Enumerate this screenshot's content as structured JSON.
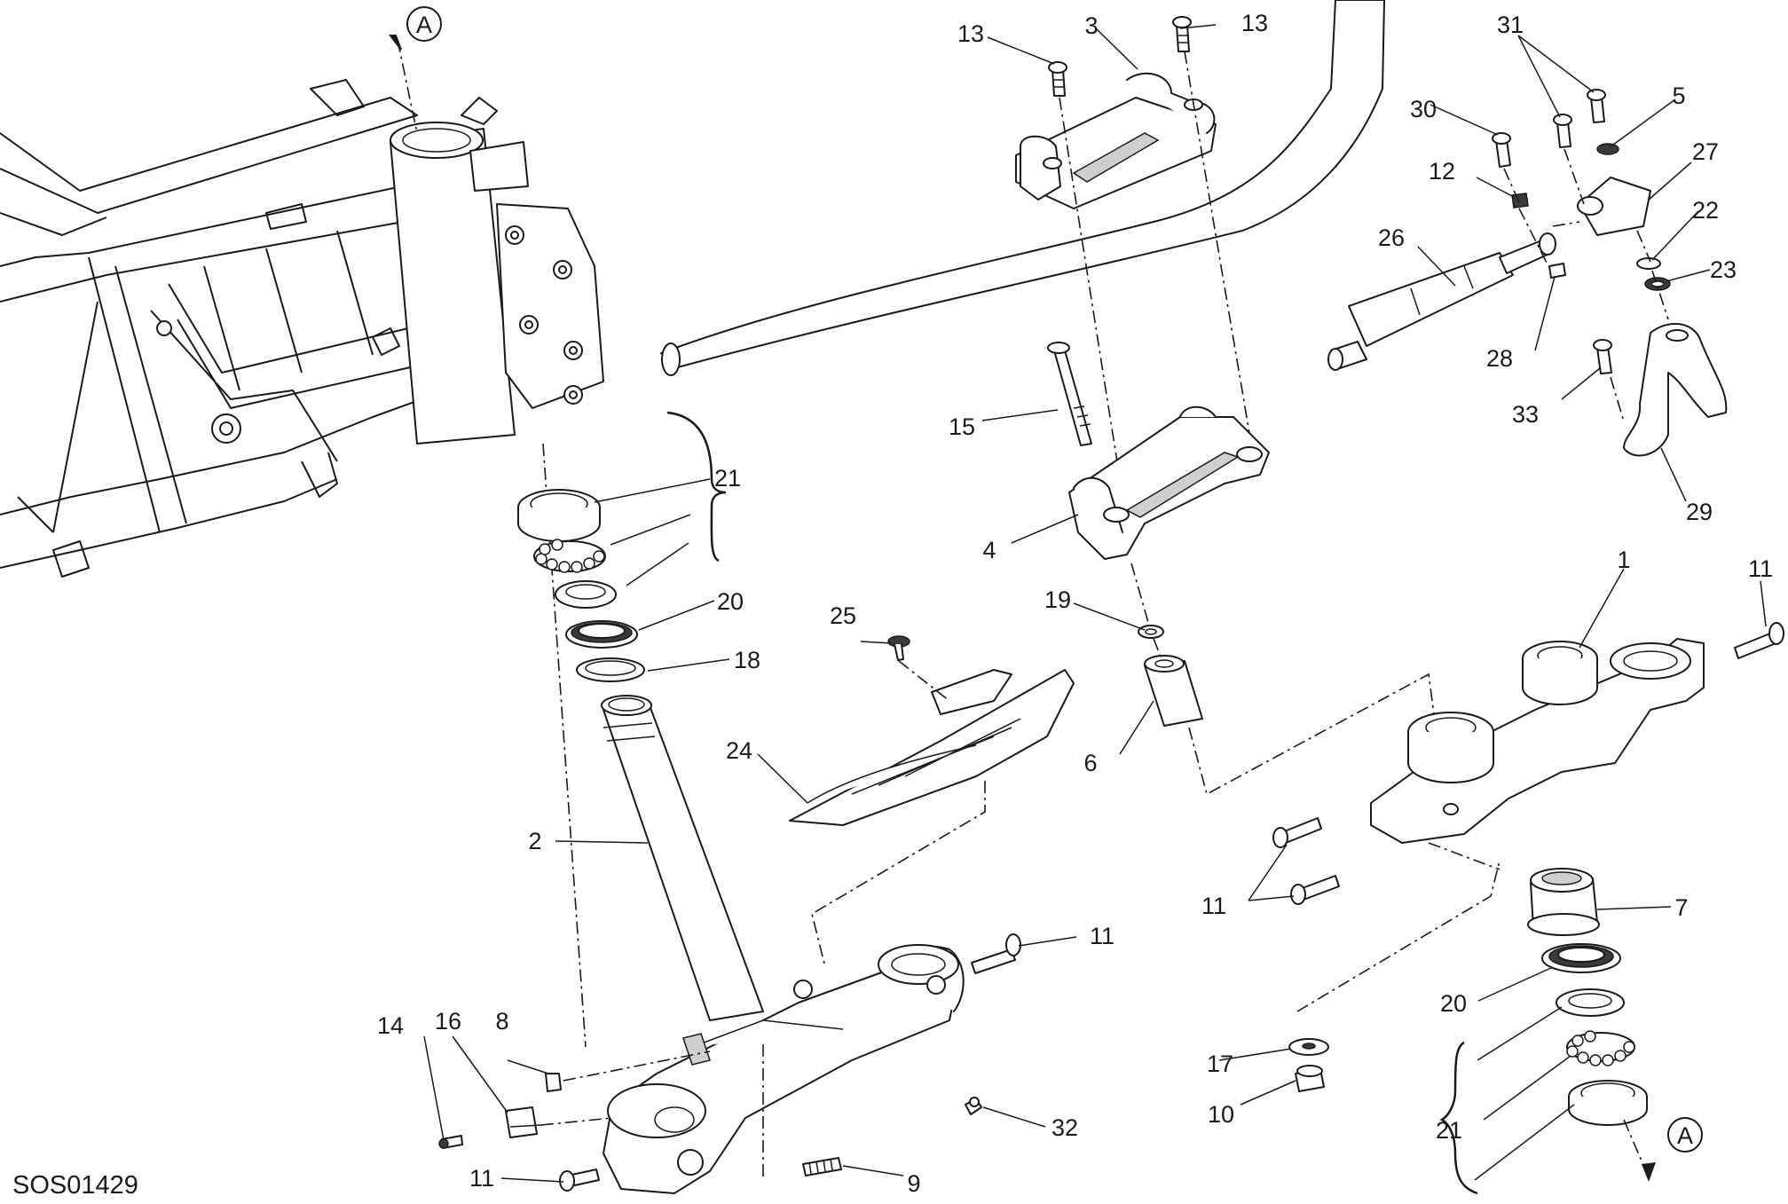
{
  "drawing_code": "SOS01429",
  "reference_marker": "A",
  "labels": {
    "p1": "1",
    "p2": "2",
    "p3": "3",
    "p4": "4",
    "p5": "5",
    "p6": "6",
    "p7": "7",
    "p8": "8",
    "p9": "9",
    "p10": "10",
    "p11": "11",
    "p12": "12",
    "p13": "13",
    "p14": "14",
    "p15": "15",
    "p16": "16",
    "p17": "17",
    "p18": "18",
    "p19": "19",
    "p20": "20",
    "p21": "21",
    "p22": "22",
    "p23": "23",
    "p24": "24",
    "p25": "25",
    "p26": "26",
    "p27": "27",
    "p28": "28",
    "p29": "29",
    "p30": "30",
    "p31": "31",
    "p32": "32",
    "p33": "33"
  }
}
